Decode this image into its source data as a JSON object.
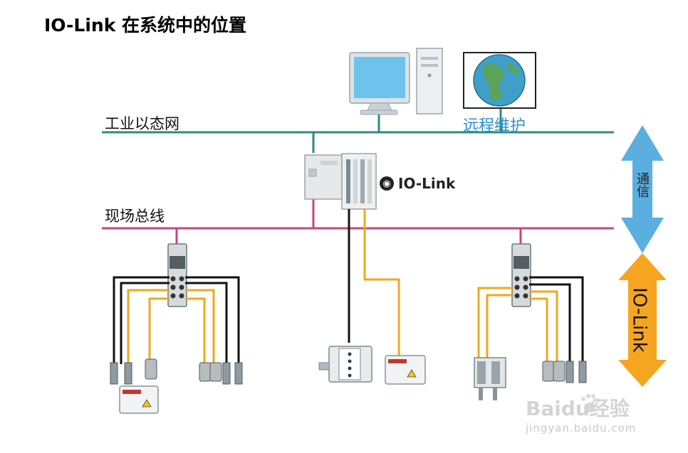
{
  "title": "IO-Link 在系统中的位置",
  "networks": {
    "industrial_ethernet": "工业以态网",
    "fieldbus": "现场总线"
  },
  "remote_maintenance": "远程维护",
  "iolink_logo": "IO-Link",
  "arrows": {
    "communication": "通信",
    "iolink": "IO-Link"
  },
  "watermark": {
    "logo": "Baidu经验",
    "url": "jingyan.baidu.com"
  },
  "colors": {
    "ethernet_line": "#2E8B7A",
    "fieldbus_line": "#C8457E",
    "iolink_cable": "#F0A81E",
    "power_cable": "#111111",
    "comm_arrow": "#5AAFE0",
    "iolink_arrow": "#F5A520",
    "remote_text": "#2A8FD8"
  }
}
